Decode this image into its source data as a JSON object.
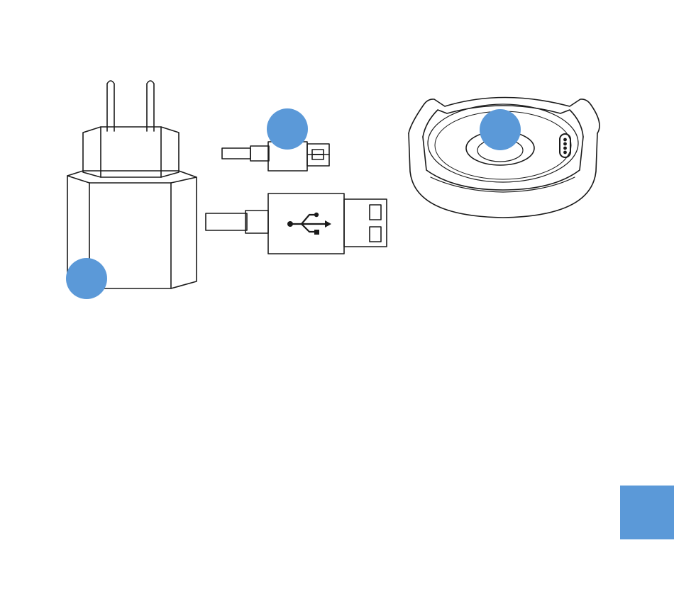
{
  "colors": {
    "accent": "#5b99d8",
    "line": "#1a1a1a",
    "background": "#ffffff"
  },
  "illustration": {
    "items": [
      {
        "name": "wall-adapter-eu-plug",
        "icon": "power-adapter-icon"
      },
      {
        "name": "micro-usb-connector",
        "icon": "micro-usb-icon"
      },
      {
        "name": "usb-a-connector",
        "icon": "usb-icon"
      },
      {
        "name": "charging-dock",
        "icon": "charging-dock-icon"
      }
    ]
  }
}
